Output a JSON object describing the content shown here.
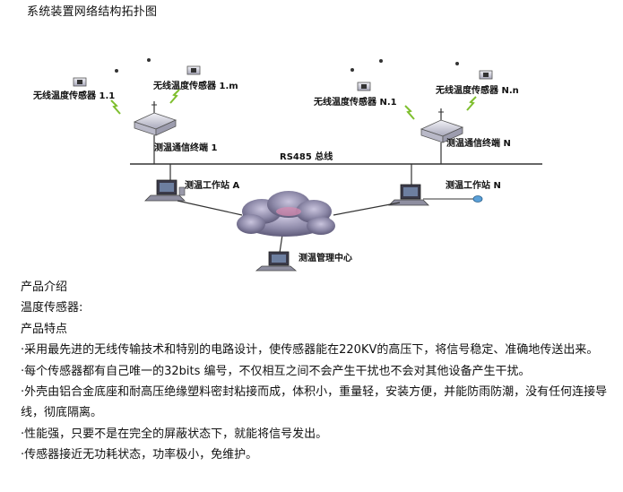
{
  "page_title": "系统装置网络结构拓扑图",
  "diagram": {
    "sensors": [
      {
        "label": "无线温度传感器 1.1"
      },
      {
        "label": "无线温度传感器 1.m"
      },
      {
        "label": "无线温度传感器 N.1"
      },
      {
        "label": "无线温度传感器 N.n"
      }
    ],
    "terminal_1": "测温通信终端 1",
    "terminal_n": "测温通信终端 N",
    "bus": "RS485 总线",
    "workstation_a": "测温工作站 A",
    "workstation_n": "测温工作站 N",
    "center": "测温管理中心"
  },
  "intro": {
    "heading": "产品介绍",
    "subheading": "温度传感器:",
    "features_heading": "产品特点",
    "features": [
      "·采用最先进的无线传输技术和特别的电路设计，使传感器能在220KV的高压下，将信号稳定、准确地传送出来。",
      "·每个传感器都有自己唯一的32bits 编号，不仅相互之间不会产生干扰也不会对其他设备产生干扰。",
      "·外壳由铝合金底座和耐高压绝缘塑料密封粘接而成，体积小，重量轻，安装方便，并能防雨防潮，没有任何连接导线，彻底隔离。",
      "·性能强，只要不是在完全的屏蔽状态下，就能将信号发出。",
      "·传感器接近无功耗状态，功率极小，免维护。"
    ]
  },
  "colors": {
    "line": "#333333",
    "cloud": "#8d89a8",
    "wireless": "#7fbf2f",
    "device": "#d8d8e2"
  }
}
